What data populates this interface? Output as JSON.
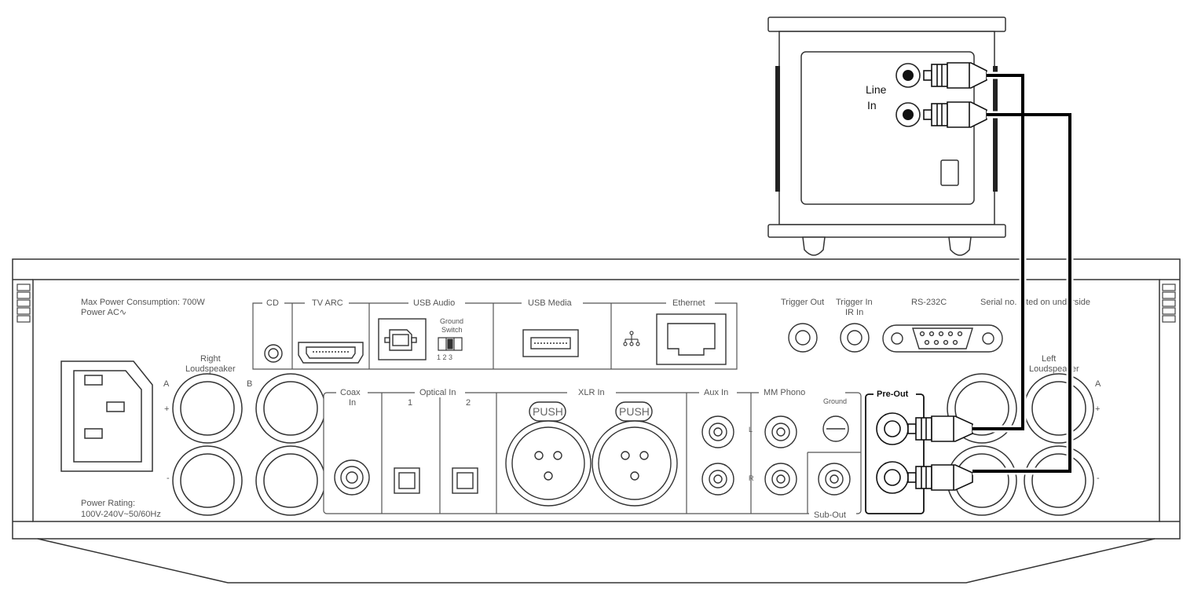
{
  "subwoofer": {
    "line_in_label_1": "Line",
    "line_in_label_2": "In"
  },
  "amp": {
    "power_consumption_label": "Max Power Consumption:",
    "power_consumption_value": "700W",
    "power_ac": "Power AC∿",
    "power_rating_label": "Power Rating:",
    "power_rating_value": "100V-240V~50/60Hz",
    "right_label": "Right",
    "right_sub": "Loudspeaker",
    "left_label": "Left",
    "left_sub": "Loudspeaker",
    "term_a": "A",
    "term_b": "B",
    "plus": "+",
    "minus": "-",
    "cd": "CD",
    "tv_arc": "TV ARC",
    "usb_audio": "USB Audio",
    "ground_switch_1": "Ground",
    "ground_switch_2": "Switch",
    "ground_switch_nums": "1  2  3",
    "usb_media": "USB Media",
    "ethernet": "Ethernet",
    "trigger_out": "Trigger Out",
    "trigger_in": "Trigger In",
    "ir_in": "IR In",
    "rs232": "RS-232C",
    "serial": "Serial no. fitted on underside",
    "coax_1": "Coax",
    "coax_2": "In",
    "optical_in": "Optical In",
    "optical_1": "1",
    "optical_2": "2",
    "xlr_in": "XLR In",
    "push": "PUSH",
    "aux_in": "Aux In",
    "mm_phono": "MM Phono",
    "ground": "Ground",
    "ch_l": "L",
    "ch_r": "R",
    "sub_out": "Sub-Out",
    "pre_out": "Pre-Out"
  },
  "colors": {
    "line": "#333333",
    "cable": "#000000",
    "panel_fill": "#ffffff",
    "label": "#555555"
  }
}
